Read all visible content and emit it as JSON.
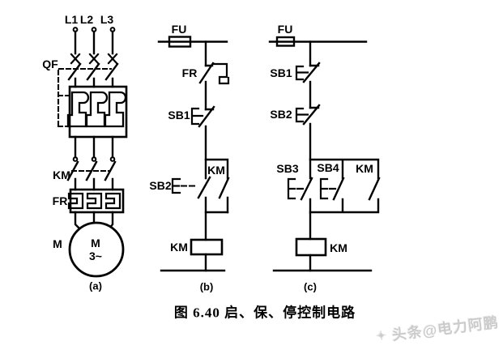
{
  "figure": {
    "caption": "图 6.40  启、保、停控制电路"
  },
  "watermark": {
    "icon": "✦",
    "text": "头条@电力阿鹏"
  },
  "colors": {
    "line": "#000000",
    "background": "#ffffff",
    "watermark": "#cbcbcb"
  },
  "diagram_a": {
    "sub_caption": "(a)",
    "phase_l1": "L1",
    "phase_l2": "L2",
    "phase_l3": "L3",
    "breaker": "QF",
    "contactor": "KM",
    "thermal_relay": "FR",
    "motor_ref": "M",
    "motor_symbol": "M",
    "motor_phases": "3~"
  },
  "diagram_b": {
    "sub_caption": "(b)",
    "fuse": "FU",
    "thermal_contact": "FR",
    "stop_button": "SB1",
    "start_button": "SB2",
    "seal_contact": "KM",
    "coil": "KM"
  },
  "diagram_c": {
    "sub_caption": "(c)",
    "fuse": "FU",
    "stop_button_1": "SB1",
    "stop_button_2": "SB2",
    "start_button_1": "SB3",
    "start_button_2": "SB4",
    "seal_contact": "KM",
    "coil": "KM"
  }
}
